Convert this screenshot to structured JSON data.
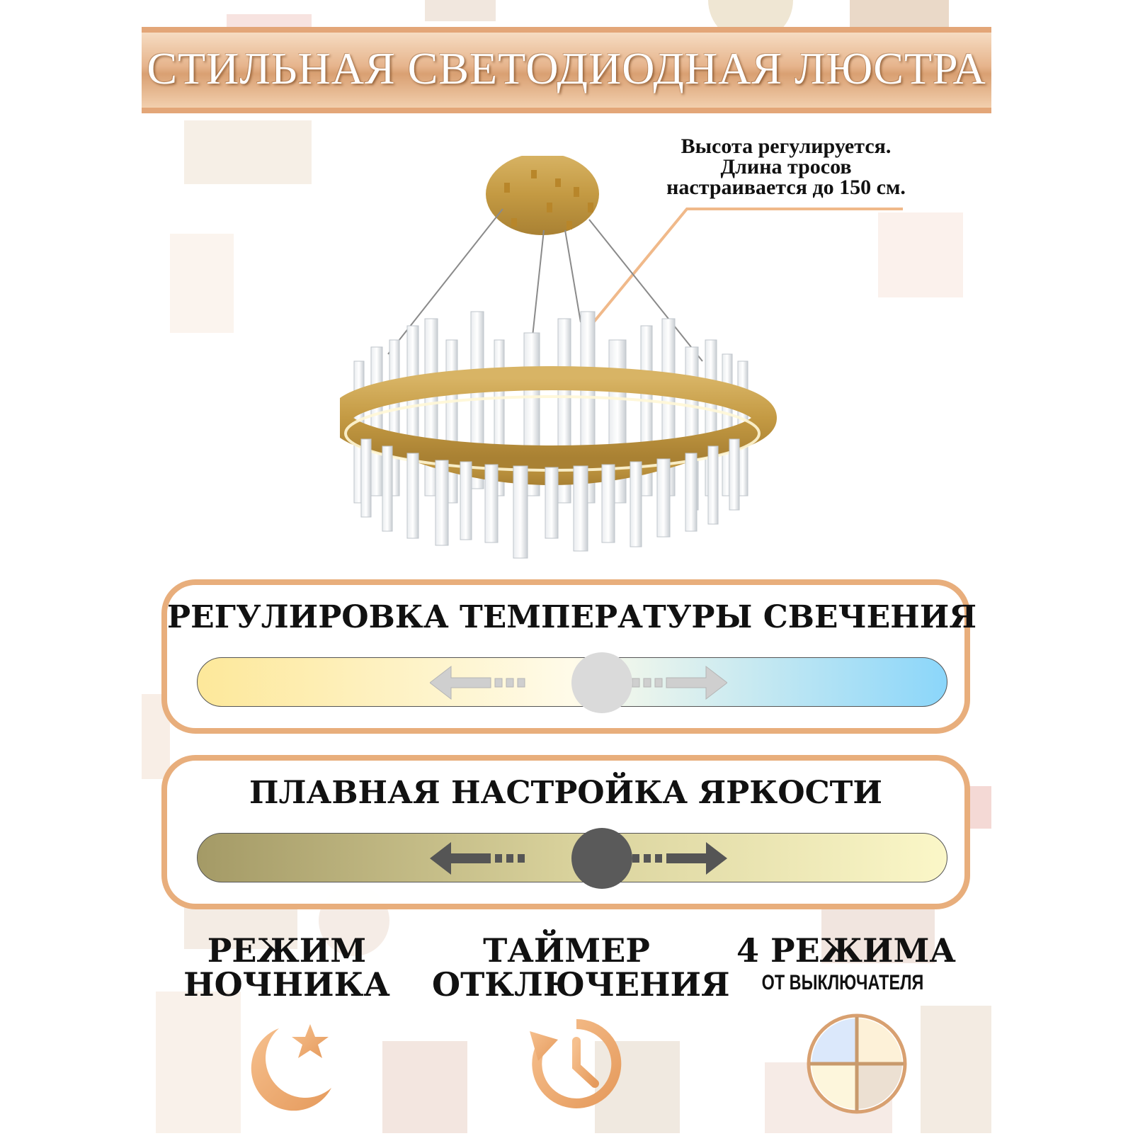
{
  "banner": {
    "title": "СТИЛЬНАЯ СВЕТОДИОДНАЯ ЛЮСТРА"
  },
  "height_note": {
    "line1": "Высота регулируется.",
    "line2": "Длина тросов",
    "line3": "настраивается до 150 см."
  },
  "temperature": {
    "title": "РЕГУЛИРОВКА ТЕМПЕРАТУРЫ СВЕЧЕНИЯ",
    "warm_color": "#fde89a",
    "cold_color": "#8bd6fa"
  },
  "brightness": {
    "title": "ПЛАВНАЯ НАСТРОЙКА ЯРКОСТИ",
    "dark_color": "#a49a66",
    "light_color": "#fbf7c8"
  },
  "features": [
    {
      "line1": "РЕЖИМ",
      "line2": "НОЧНИКА",
      "icon": "moon-star-icon"
    },
    {
      "line1": "ТАЙМЕР",
      "line2": "ОТКЛЮЧЕНИЯ",
      "icon": "timer-icon"
    },
    {
      "line1": "4 РЕЖИМА",
      "line2": "ОТ ВЫКЛЮЧАТЕЛЯ",
      "icon": "four-modes-icon"
    }
  ],
  "colors": {
    "accent": "#e8ae7c",
    "gold": "#c9a04a"
  }
}
